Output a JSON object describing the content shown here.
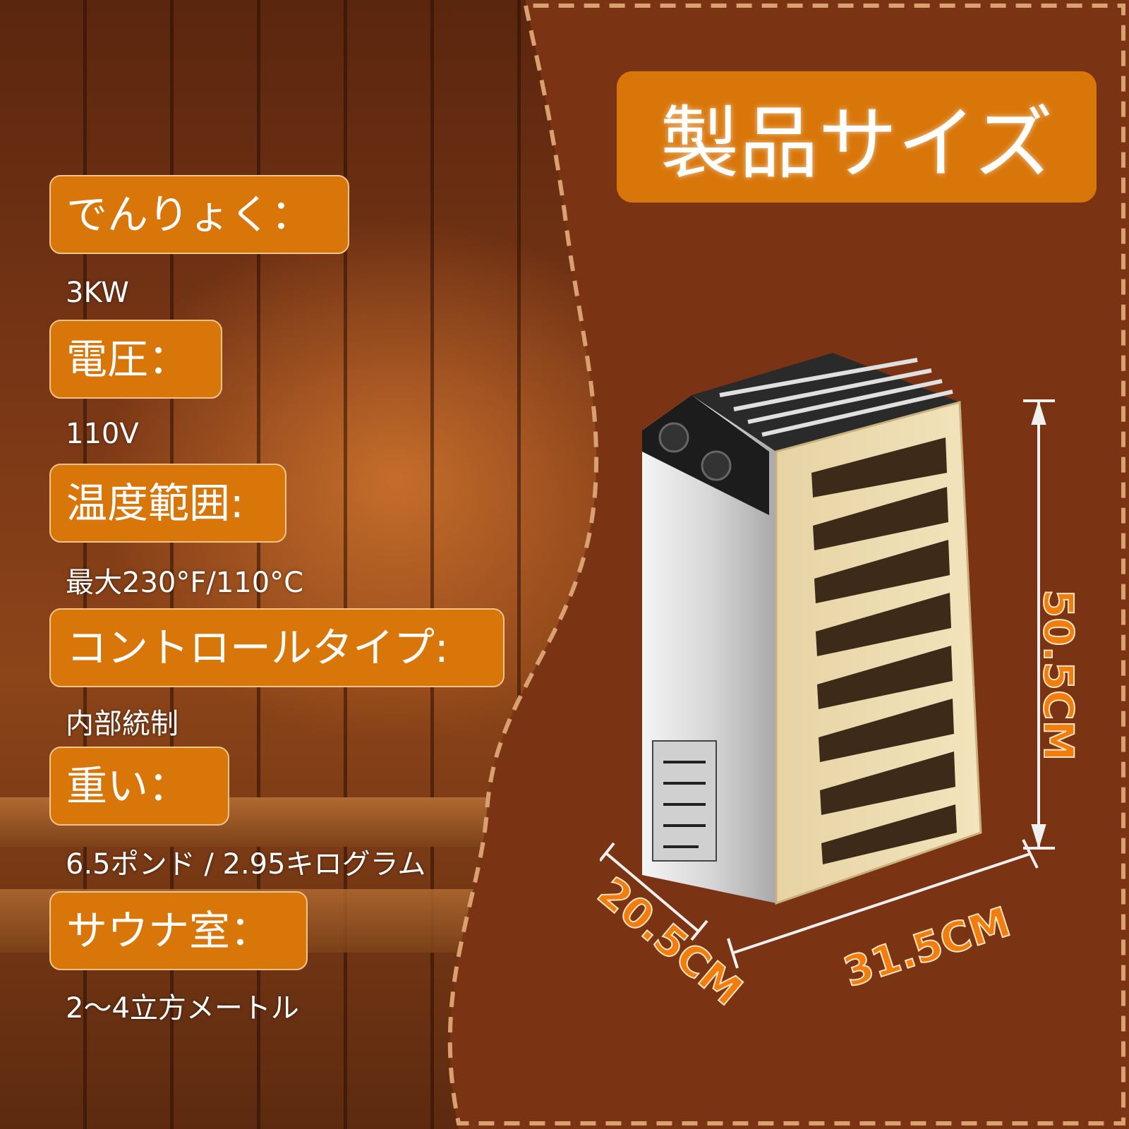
{
  "title": "製品サイズ",
  "specs": [
    {
      "label": "でんりょく：",
      "value": "3KW"
    },
    {
      "label": "電圧：",
      "value": "110V"
    },
    {
      "label": "温度範囲:",
      "value": "最大230°F/110°C"
    },
    {
      "label": "コントロールタイプ:",
      "value": "内部統制"
    },
    {
      "label": "重い：",
      "value": "6.5ポンド / 2.95キログラム"
    },
    {
      "label": "サウナ室：",
      "value": "2〜4立方メートル"
    }
  ],
  "dimensions": {
    "height": "50.5CM",
    "width": "31.5CM",
    "depth": "20.5CM"
  },
  "colors": {
    "accent": "#d9760a",
    "panel": "#7a3414",
    "dim_text": "#f07d0c"
  }
}
